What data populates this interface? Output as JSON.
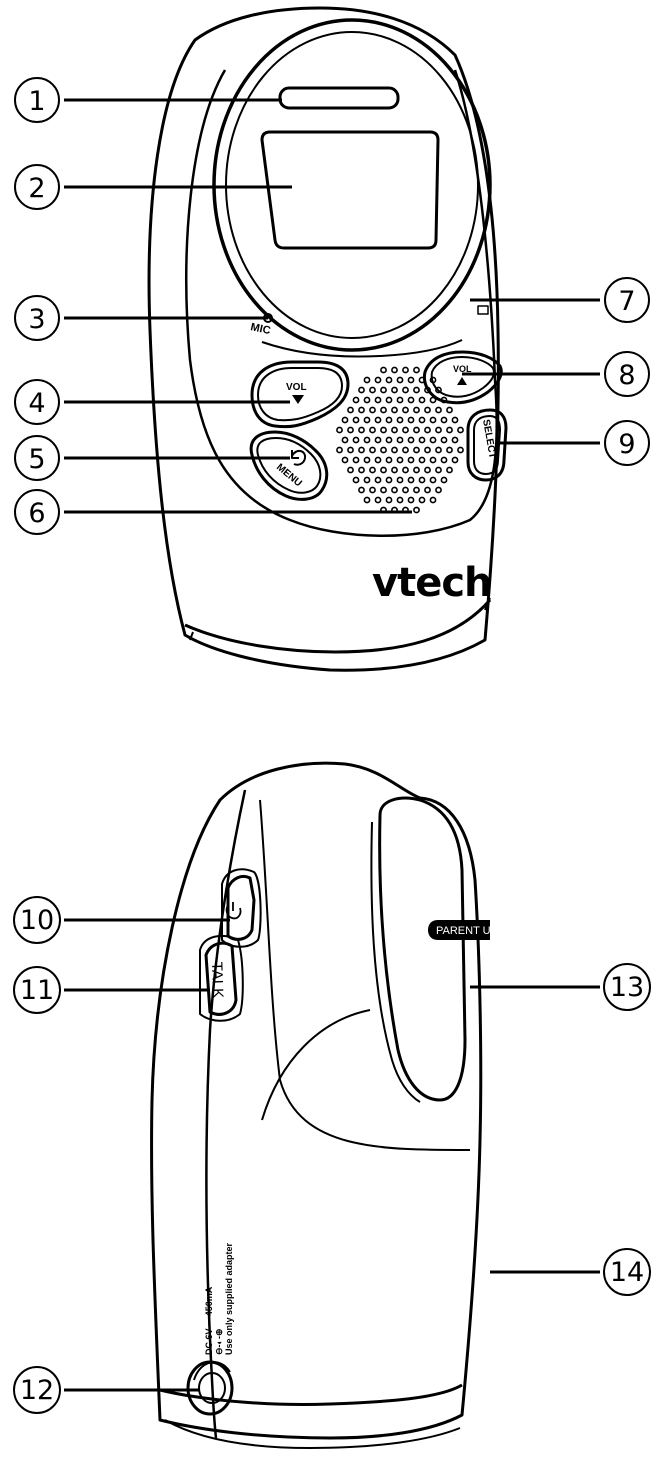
{
  "front": {
    "brand": "vtech",
    "mic_label": "MIC",
    "vol_down_label": "VOL",
    "vol_up_label": "VOL",
    "menu_label": "MENU",
    "select_label": "SELECT"
  },
  "side": {
    "talk_label": "TALK",
    "clip_label": "PARENT UNIT",
    "power_text": {
      "line1": "DC 6V ⎓ 450mA",
      "line2": "⊖-◐-⊕",
      "line3": "Use only supplied adapter"
    }
  },
  "callouts": [
    "1",
    "2",
    "3",
    "4",
    "5",
    "6",
    "7",
    "8",
    "9",
    "10",
    "11",
    "12",
    "13",
    "14"
  ],
  "colors": {
    "line": "#000000",
    "fill": "#ffffff"
  }
}
